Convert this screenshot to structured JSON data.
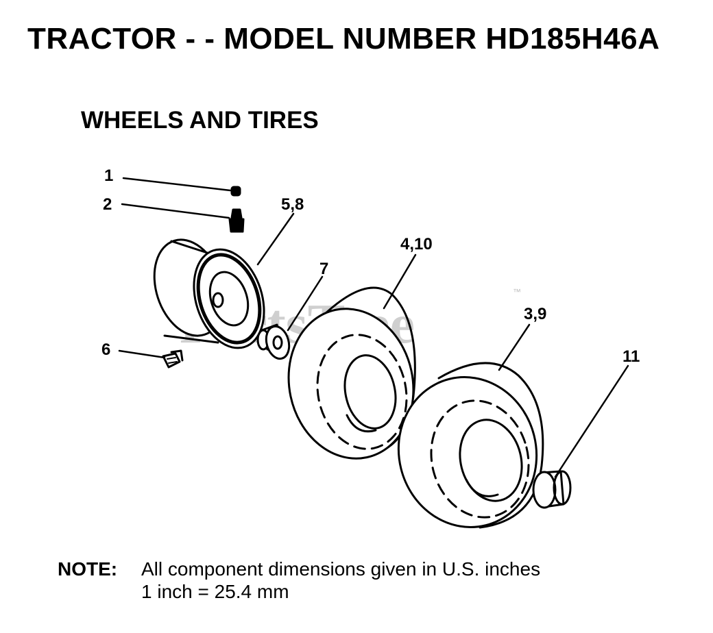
{
  "header": {
    "title": "TRACTOR - - MODEL NUMBER HD185H46A",
    "section_title": "WHEELS AND TIRES"
  },
  "diagram": {
    "watermark": "PartsTree",
    "watermark_tm": "™",
    "callouts": [
      {
        "id": "1",
        "label": "1"
      },
      {
        "id": "2",
        "label": "2"
      },
      {
        "id": "5-8",
        "label": "5,8"
      },
      {
        "id": "4-10",
        "label": "4,10"
      },
      {
        "id": "7",
        "label": "7"
      },
      {
        "id": "3-9",
        "label": "3,9"
      },
      {
        "id": "6",
        "label": "6"
      },
      {
        "id": "11",
        "label": "11"
      }
    ]
  },
  "note": {
    "label": "NOTE:",
    "line1": "All component dimensions given in U.S. inches",
    "line2": "1 inch = 25.4 mm"
  }
}
